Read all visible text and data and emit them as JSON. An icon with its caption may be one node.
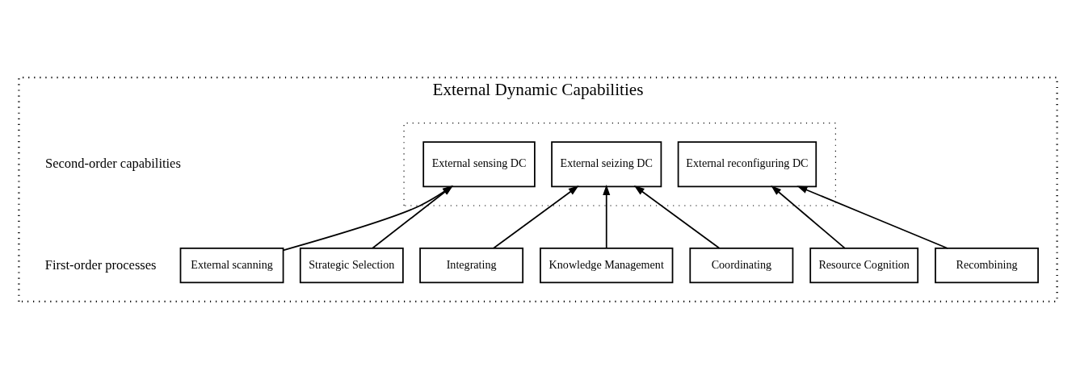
{
  "diagram": {
    "nodes": [
      {
        "text": [
          "External Dynamic Capabilities"
        ]
      },
      {
        "text": [],
        "shape": "box",
        "in": 0
      },
      {
        "text": [
          "External sensing DC"
        ],
        "in": 1
      },
      {
        "text": [
          "External seizing DC"
        ],
        "in": 1
      },
      {
        "text": [
          "External reconfiguring DC"
        ],
        "in": 1
      },
      {
        "text": [
          "External scanning"
        ],
        "in": 0
      },
      {
        "text": [
          "Strategic Selection"
        ],
        "in": 0
      },
      {
        "text": [
          "Integrating"
        ],
        "in": 0
      },
      {
        "text": [
          "Knowledge Management"
        ],
        "in": 0
      },
      {
        "text": [
          "Coordinating"
        ],
        "in": 0
      },
      {
        "text": [
          "Resource Cognition"
        ],
        "in": 0
      },
      {
        "text": [
          "Recombining"
        ],
        "in": 0
      }
    ],
    "edges": [
      {
        "from": 5,
        "to": 2,
        "arrow": "to"
      },
      {
        "from": 6,
        "to": 2,
        "arrow": "to"
      },
      {
        "from": 7,
        "to": 3,
        "arrow": "to"
      },
      {
        "from": 8,
        "to": 3,
        "arrow": "to"
      },
      {
        "from": 9,
        "to": 3,
        "arrow": "to"
      },
      {
        "from": 10,
        "to": 4,
        "arrow": "to"
      },
      {
        "from": 11,
        "to": 4,
        "arrow": "to"
      }
    ],
    "labels": [
      "Second-order capabilities",
      "First-order processes"
    ]
  }
}
